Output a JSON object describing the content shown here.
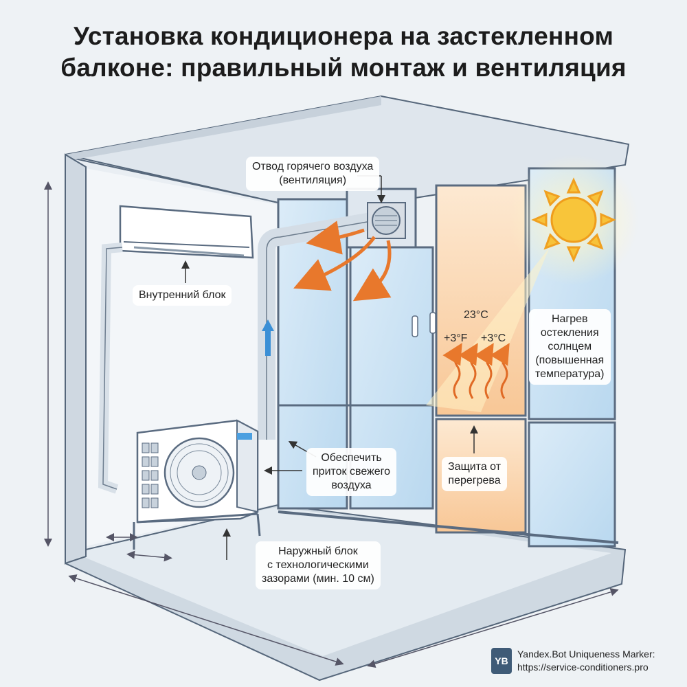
{
  "title": {
    "line1": "Установка кондиционера на застекленном",
    "line2": "балконе: правильный монтаж и вентиляция"
  },
  "labels": {
    "vent": {
      "line1": "Отвод горячего воздуха",
      "line2": "(вентиляция)"
    },
    "indoor": "Внутренний блок",
    "fresh_air": {
      "line1": "Обеспечить",
      "line2": "приток свежего",
      "line3": "воздуха"
    },
    "outdoor": {
      "line1": "Наружный блок",
      "line2": "с технологическими",
      "line3": "зазорами (мин. 10 см)"
    },
    "overheat": {
      "line1": "Защита от",
      "line2": "перегрева"
    },
    "solar": {
      "line1": "Нагрев",
      "line2": "остекления",
      "line3": "солнцем",
      "line4": "(повышенная",
      "line5": "температура)"
    }
  },
  "temperatures": {
    "base": "23°C",
    "delta_f": "+3°F",
    "delta_c": "+3°C"
  },
  "watermark": {
    "logo": "YB",
    "line1": "Yandex.Bot Uniqueness Marker:",
    "line2": "https://service-conditioners.pro"
  },
  "colors": {
    "accent_arrow": "#e8782c",
    "airflow_arrow": "#3a8fd6",
    "sun": "#f6b72a",
    "frame": "#5a6b80"
  },
  "icons": [
    "sun-icon",
    "fan-icon",
    "vent-grille-icon",
    "heat-wave-icon"
  ]
}
